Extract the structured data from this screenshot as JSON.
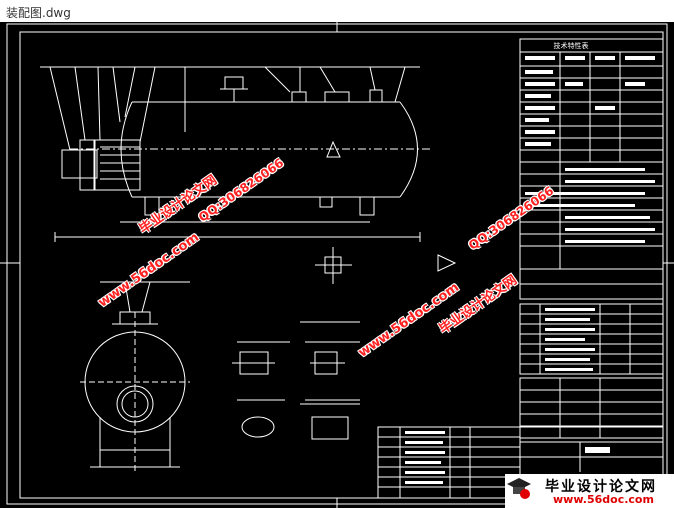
{
  "window": {
    "title": "装配图.dwg"
  },
  "drawing": {
    "table_heading": "技术特性表"
  },
  "watermarks": {
    "site": "www.56doc.com",
    "qq": "QQ:306826066",
    "brand": "毕业设计论文网"
  },
  "logo": {
    "title": "毕业设计论文网",
    "url": "www.56doc.com"
  },
  "colors": {
    "canvas": "#000000",
    "lines": "#ffffff",
    "watermark": "#ff2020"
  }
}
